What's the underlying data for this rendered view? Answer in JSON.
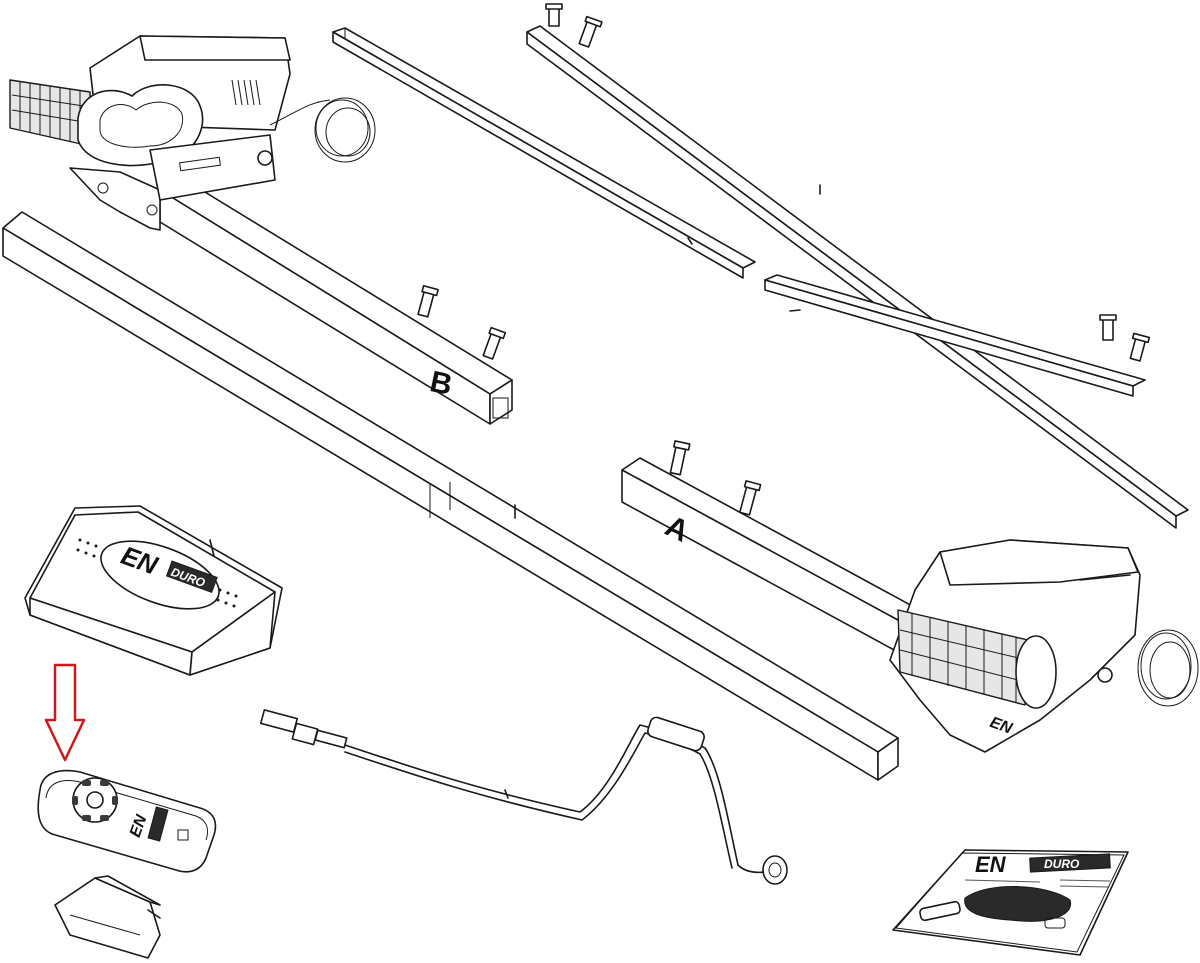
{
  "labels": {
    "part_a": "A",
    "part_b": "B"
  },
  "brand": {
    "prefix": "EN",
    "suffix": "DURO"
  },
  "pointer": {
    "color": "#d01818",
    "target": "remote-control"
  },
  "parts": [
    "motor-unit-b",
    "motor-unit-a",
    "cross-bar-long",
    "connecting-tube-left",
    "connecting-tube-right",
    "extension-bar-b",
    "extension-bar-a",
    "battery-box",
    "remote-control",
    "remote-holder",
    "manual-crank",
    "instruction-manual"
  ]
}
